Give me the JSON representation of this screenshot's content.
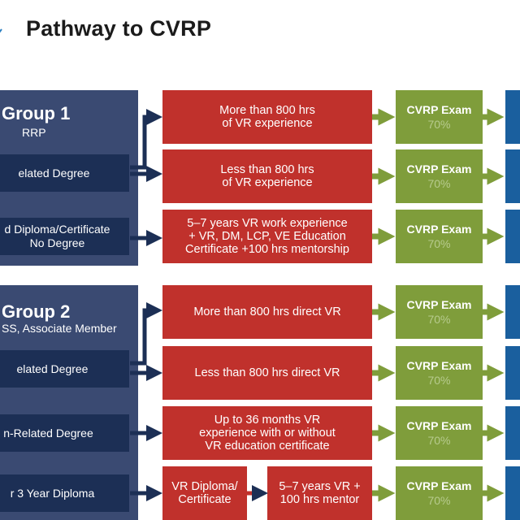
{
  "title": "Pathway to CVRP",
  "colors": {
    "group_panel": "#3a4a72",
    "path_box": "#1c2f55",
    "requirement_box": "#c0312c",
    "exam_box": "#7f9d3b",
    "outcome_box": "#1a5f9e"
  },
  "groups": [
    {
      "title": "Group 1",
      "subtitle": "RRP",
      "paths": [
        "elated Degree",
        "d Diploma/Certificate\nNo Degree"
      ]
    },
    {
      "title": "Group 2",
      "subtitle": "SS, Associate Member",
      "paths": [
        "elated Degree",
        "n-Related Degree",
        "r 3 Year Diploma"
      ]
    }
  ],
  "requirements": [
    "More than 800 hrs\nof VR experience",
    "Less than 800 hrs\nof VR experience",
    "5–7 years VR work experience\n+ VR, DM, LCP, VE Education\nCertificate +100 hrs mentorship",
    "More than 800 hrs direct VR",
    "Less than 800 hrs direct VR",
    "Up to 36 months VR\nexperience with or without\nVR education certificate",
    "VR Diploma/\nCertificate",
    "5–7 years VR +\n100 hrs mentor"
  ],
  "exam": {
    "label": "CVRP Exam",
    "pass_mark": "70%"
  }
}
